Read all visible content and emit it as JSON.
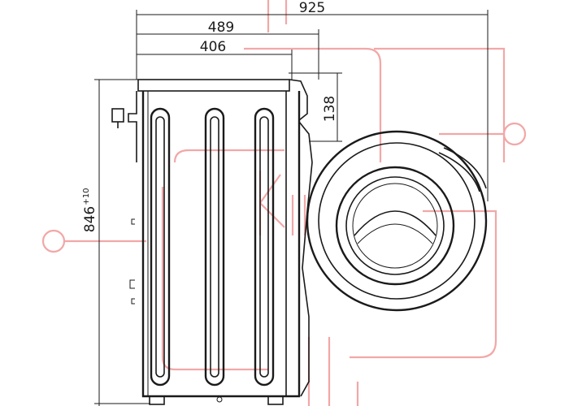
{
  "dimensions": {
    "overall_width": "925",
    "body_depth_with_door": "489",
    "body_depth": "406",
    "door_protrusion": "138",
    "height": "846",
    "height_tolerance": "+10"
  },
  "colors": {
    "line": "#1a1a1a",
    "watermark": "#f2a7a7",
    "background": "#ffffff"
  }
}
